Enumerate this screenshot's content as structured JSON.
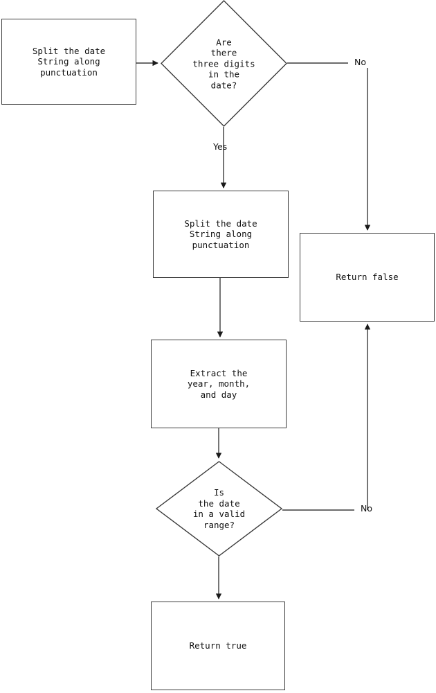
{
  "diagram": {
    "type": "flowchart",
    "title": "Date string validation flowchart",
    "background_color": "#ffffff",
    "stroke_color": "#3a3a3a",
    "text_color": "#111111"
  },
  "nodes": {
    "split_date_1": {
      "shape": "process",
      "text": "Split the date\nString along\npunctuation"
    },
    "three_digits_decision": {
      "shape": "decision",
      "text": "Are\nthere\nthree digits\nin the\ndate?"
    },
    "split_date_2": {
      "shape": "process",
      "text": "Split the date\nString along\npunctuation"
    },
    "extract_parts": {
      "shape": "process",
      "text": "Extract the\nyear, month,\nand day"
    },
    "valid_range_decision": {
      "shape": "decision",
      "text": "Is\nthe date\nin a valid\nrange?"
    },
    "return_true": {
      "shape": "process",
      "text": "Return true"
    },
    "return_false": {
      "shape": "process",
      "text": "Return false"
    }
  },
  "edge_labels": {
    "three_digits_no": "No",
    "three_digits_yes": "Yes",
    "valid_range_no": "No"
  }
}
